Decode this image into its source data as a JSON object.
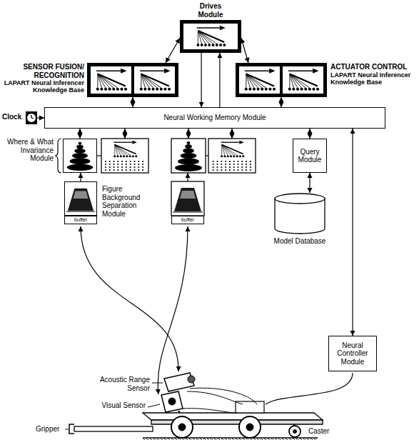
{
  "diagram": {
    "nodes": [
      {
        "text": [
          "Drives Module"
        ]
      },
      {
        "text": [
          "SENSOR FUSION/ RECOGNITION",
          "LAPART Neural Inferencer Knowledge Base"
        ]
      },
      {
        "text": [
          "ACTUATOR CONTROL",
          "LAPART Neural Inferencer Knowledge Base"
        ]
      },
      {
        "text": [
          "Clock"
        ]
      },
      {
        "text": [
          "Neural Working Memory Module"
        ]
      },
      {
        "text": [
          "Where & What Invariance Module"
        ]
      },
      {
        "text": [
          "Figure Background Separation Module"
        ]
      },
      {
        "text": [
          "buffer"
        ]
      },
      {
        "text": [
          "buffer"
        ]
      },
      {
        "text": [
          "Query Module"
        ]
      },
      {
        "text": [
          "Model Database"
        ]
      },
      {
        "text": [
          "Neural Controller Module"
        ]
      }
    ],
    "edges": [
      {
        "from": 0,
        "to": 1,
        "arrow": "both"
      },
      {
        "from": 0,
        "to": 2,
        "arrow": "both"
      },
      {
        "from": 0,
        "to": 4,
        "arrow": "to"
      },
      {
        "from": 4,
        "to": 0,
        "arrow": "to"
      },
      {
        "from": 1,
        "to": 4,
        "arrow": "both"
      },
      {
        "from": 2,
        "to": 4,
        "arrow": "both"
      },
      {
        "from": 3,
        "to": 4,
        "arrow": "to"
      },
      {
        "from": 4,
        "to": 5,
        "arrow": "both"
      },
      {
        "from": 6,
        "to": 5,
        "arrow": "to"
      },
      {
        "from": 4,
        "to": 9,
        "arrow": "both"
      },
      {
        "from": 9,
        "to": 10,
        "arrow": "both"
      },
      {
        "from": 4,
        "to": 11,
        "arrow": "both"
      }
    ],
    "labels": [
      "Acoustic Range Sensor",
      "Visual Sensor",
      "Gripper",
      "Caster"
    ]
  }
}
